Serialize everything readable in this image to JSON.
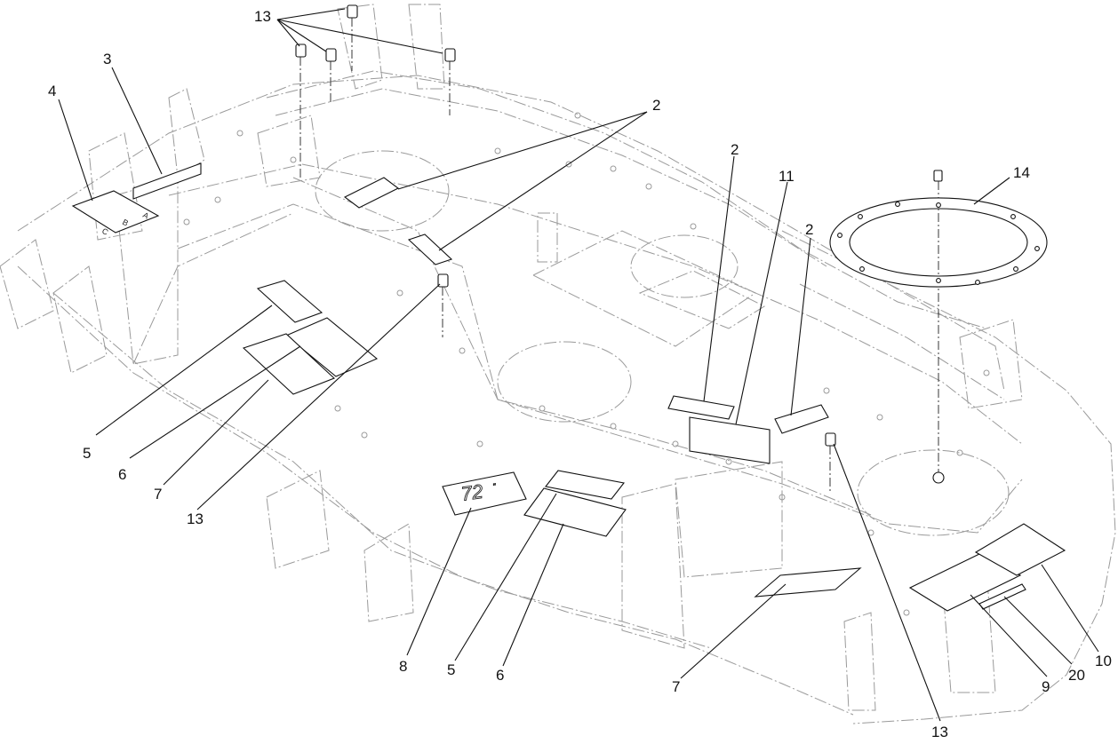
{
  "callouts": {
    "c13_top": "13",
    "c3": "3",
    "c4": "4",
    "c2_a": "2",
    "c2_b": "2",
    "c11": "11",
    "c2_c": "2",
    "c14": "14",
    "c5_left": "5",
    "c6_left": "6",
    "c7_left": "7",
    "c13_mid": "13",
    "c8": "8",
    "c5_bottom": "5",
    "c6_bottom": "6",
    "c7_bottom": "7",
    "c13_bottom": "13",
    "c9": "9",
    "c20": "20",
    "c10": "10"
  },
  "decal_text": {
    "height_letters": [
      "A",
      "B",
      "C"
    ],
    "deck_size": "72",
    "deck_size_unit": "\""
  }
}
